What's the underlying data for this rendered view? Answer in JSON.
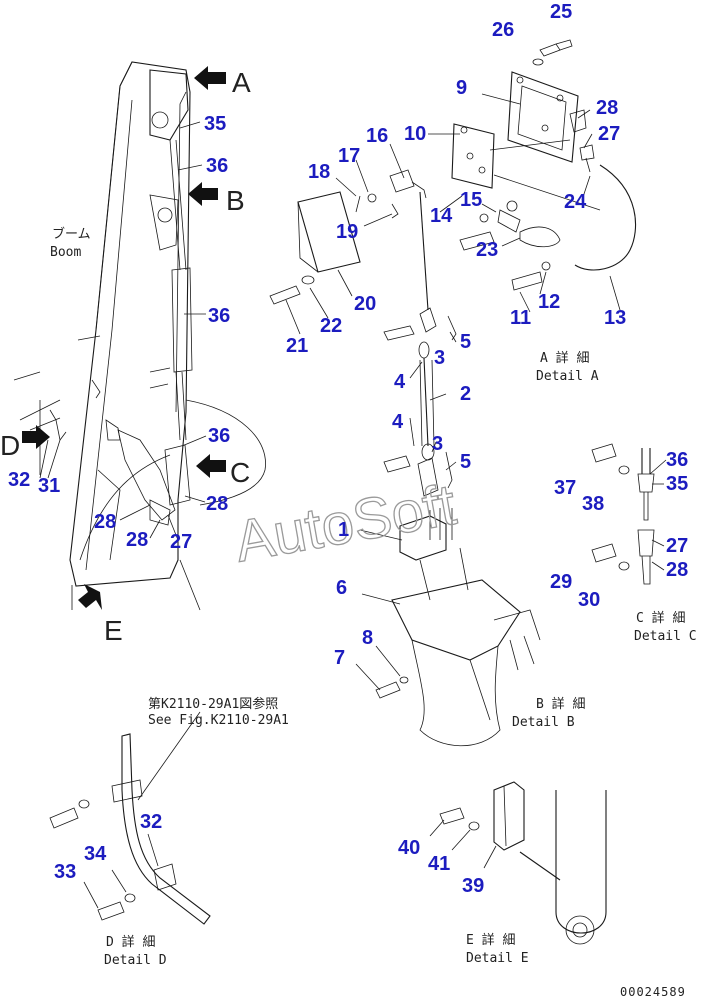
{
  "views": {
    "boom_label_jp": "ブーム",
    "boom_label_en": "Boom",
    "arrow_a": "A",
    "arrow_b": "B",
    "arrow_c": "C",
    "arrow_d": "D",
    "arrow_e": "E",
    "detail_a_jp": "A 詳 細",
    "detail_a_en": "Detail A",
    "detail_b_jp": "B 詳 細",
    "detail_b_en": "Detail B",
    "detail_c_jp": "C 詳 細",
    "detail_c_en": "Detail C",
    "detail_d_jp": "D 詳 細",
    "detail_d_en": "Detail D",
    "detail_e_jp": "E 詳 細",
    "detail_e_en": "Detail E",
    "see_fig_jp": "第K2110-29A1図参照",
    "see_fig_en": "See Fig.K2110-29A1"
  },
  "watermark": "AutoSoft",
  "drawing_code": "00024589",
  "callouts": {
    "n1": "1",
    "n2": "2",
    "n3a": "3",
    "n3b": "3",
    "n4a": "4",
    "n4b": "4",
    "n5a": "5",
    "n5b": "5",
    "n6": "6",
    "n7": "7",
    "n8": "8",
    "n9": "9",
    "n10": "10",
    "n11": "11",
    "n12": "12",
    "n13": "13",
    "n14": "14",
    "n15": "15",
    "n16": "16",
    "n17": "17",
    "n18": "18",
    "n19": "19",
    "n20": "20",
    "n21": "21",
    "n22": "22",
    "n23": "23",
    "n24": "24",
    "n25": "25",
    "n26": "26",
    "n27a": "27",
    "n27b": "27",
    "n27c": "27",
    "n28a": "28",
    "n28b": "28",
    "n28c": "28",
    "n28d": "28",
    "n28e": "28",
    "n29": "29",
    "n30": "30",
    "n31": "31",
    "n32a": "32",
    "n32b": "32",
    "n33": "33",
    "n34": "34",
    "n35a": "35",
    "n35b": "35",
    "n36a": "36",
    "n36b": "36",
    "n36c": "36",
    "n36d": "36",
    "n37": "37",
    "n38": "38",
    "n39": "39",
    "n40": "40",
    "n41": "41"
  },
  "colors": {
    "callout": "#1c1cbf",
    "line": "#1a1a1a",
    "watermark": "#9a9a9a"
  }
}
